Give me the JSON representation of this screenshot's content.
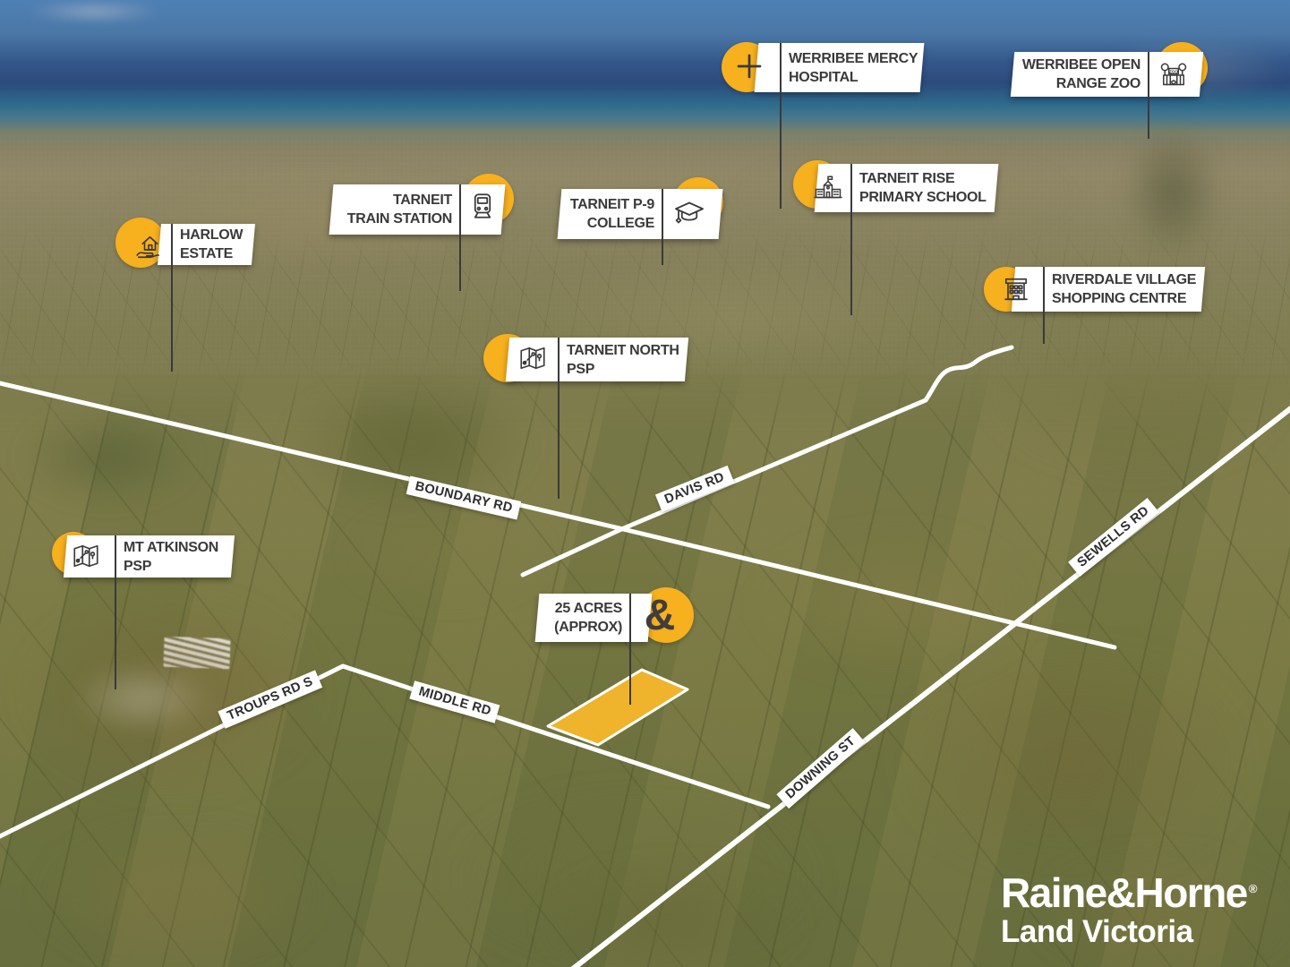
{
  "brand": {
    "name": "Raine&Horne",
    "registered": "®",
    "division": "Land Victoria",
    "ampersand": "&"
  },
  "colors": {
    "brand_yellow": "#F7B01E",
    "label_text": "#3A3A3A",
    "road_white": "#FFFFFF",
    "parcel_fill": "#F4B72E"
  },
  "parcel": {
    "lines": [
      "25 ACRES",
      "(APPROX)"
    ]
  },
  "callouts": [
    {
      "id": "hospital",
      "lines": [
        "WERRIBEE MERCY",
        "HOSPITAL"
      ],
      "icon": "medical-cross-icon"
    },
    {
      "id": "zoo",
      "lines": [
        "WERRIBEE OPEN",
        "RANGE ZOO"
      ],
      "icon": "zoo-icon"
    },
    {
      "id": "train",
      "lines": [
        "TARNEIT",
        "TRAIN STATION"
      ],
      "icon": "train-icon"
    },
    {
      "id": "college",
      "lines": [
        "TARNEIT P-9",
        "COLLEGE"
      ],
      "icon": "graduation-cap-icon"
    },
    {
      "id": "primary",
      "lines": [
        "TARNEIT RISE",
        "PRIMARY SCHOOL"
      ],
      "icon": "school-icon"
    },
    {
      "id": "harlow",
      "lines": [
        "HARLOW",
        "ESTATE"
      ],
      "icon": "house-hand-icon"
    },
    {
      "id": "riverdale",
      "lines": [
        "RIVERDALE VILLAGE",
        "SHOPPING CENTRE"
      ],
      "icon": "shopping-centre-icon"
    },
    {
      "id": "tarneit-north",
      "lines": [
        "TARNEIT NORTH",
        "PSP"
      ],
      "icon": "map-icon"
    },
    {
      "id": "mt-atkinson",
      "lines": [
        "MT ATKINSON",
        "PSP"
      ],
      "icon": "map-icon"
    },
    {
      "id": "acres",
      "lines": [
        "25 ACRES",
        "(APPROX)"
      ],
      "icon": "ampersand-icon"
    }
  ],
  "roads": [
    {
      "id": "boundary-rd",
      "name": "BOUNDARY RD"
    },
    {
      "id": "davis-rd",
      "name": "DAVIS RD"
    },
    {
      "id": "sewells-rd",
      "name": "SEWELLS RD"
    },
    {
      "id": "troups-rd-s",
      "name": "TROUPS RD S"
    },
    {
      "id": "middle-rd",
      "name": "MIDDLE RD"
    },
    {
      "id": "downing-st",
      "name": "DOWNING ST"
    }
  ]
}
